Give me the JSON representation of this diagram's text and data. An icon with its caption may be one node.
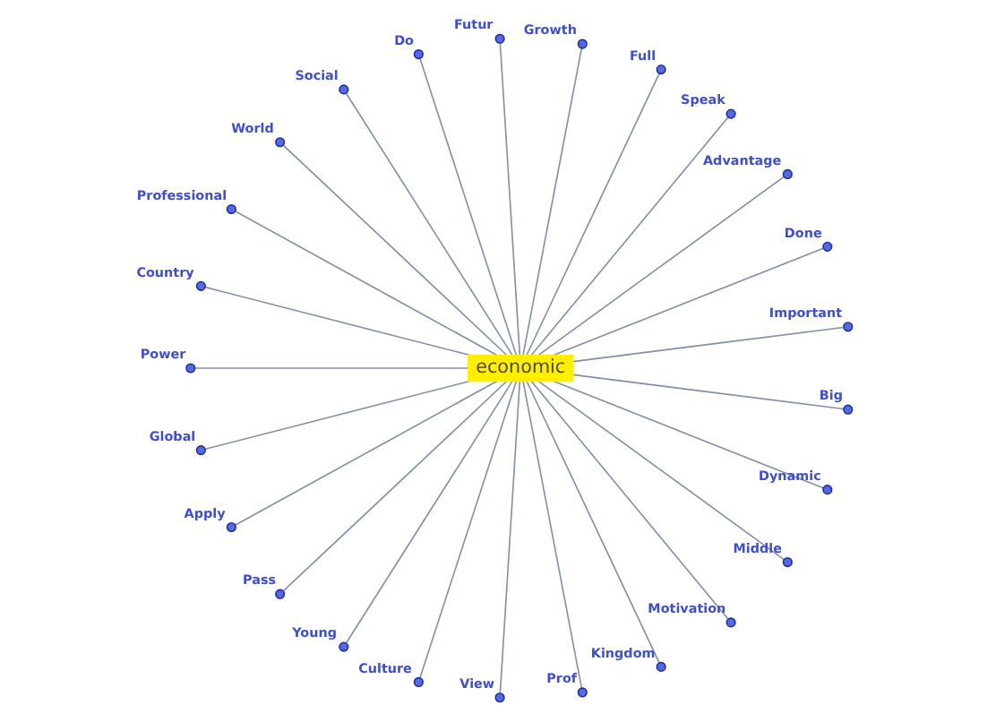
{
  "diagram": {
    "nodes": [
      {
        "text": [
          "economic"
        ]
      },
      {
        "text": [],
        "shape": "circle",
        "beside": [
          "Important"
        ]
      },
      {
        "text": [],
        "shape": "circle",
        "beside": [
          "Done"
        ]
      },
      {
        "text": [],
        "shape": "circle",
        "beside": [
          "Advantage"
        ]
      },
      {
        "text": [],
        "shape": "circle",
        "beside": [
          "Speak"
        ]
      },
      {
        "text": [],
        "shape": "circle",
        "beside": [
          "Full"
        ]
      },
      {
        "text": [],
        "shape": "circle",
        "beside": [
          "Growth"
        ]
      },
      {
        "text": [],
        "shape": "circle",
        "beside": [
          "Futur"
        ]
      },
      {
        "text": [],
        "shape": "circle",
        "beside": [
          "Do"
        ]
      },
      {
        "text": [],
        "shape": "circle",
        "beside": [
          "Social"
        ]
      },
      {
        "text": [],
        "shape": "circle",
        "beside": [
          "World"
        ]
      },
      {
        "text": [],
        "shape": "circle",
        "beside": [
          "Professional"
        ]
      },
      {
        "text": [],
        "shape": "circle",
        "beside": [
          "Country"
        ]
      },
      {
        "text": [],
        "shape": "circle",
        "beside": [
          "Power"
        ]
      },
      {
        "text": [],
        "shape": "circle",
        "beside": [
          "Global"
        ]
      },
      {
        "text": [],
        "shape": "circle",
        "beside": [
          "Apply"
        ]
      },
      {
        "text": [],
        "shape": "circle",
        "beside": [
          "Pass"
        ]
      },
      {
        "text": [],
        "shape": "circle",
        "beside": [
          "Young"
        ]
      },
      {
        "text": [],
        "shape": "circle",
        "beside": [
          "Culture"
        ]
      },
      {
        "text": [],
        "shape": "circle",
        "beside": [
          "View"
        ]
      },
      {
        "text": [],
        "shape": "circle",
        "beside": [
          "Prof"
        ]
      },
      {
        "text": [],
        "shape": "circle",
        "beside": [
          "Kingdom"
        ]
      },
      {
        "text": [],
        "shape": "circle",
        "beside": [
          "Motivation"
        ]
      },
      {
        "text": [],
        "shape": "circle",
        "beside": [
          "Middle"
        ]
      },
      {
        "text": [],
        "shape": "circle",
        "beside": [
          "Dynamic"
        ]
      },
      {
        "text": [],
        "shape": "circle",
        "beside": [
          "Big"
        ]
      }
    ],
    "edges": [
      {
        "from": 0,
        "to": 1,
        "arrow": "none"
      },
      {
        "from": 0,
        "to": 2,
        "arrow": "none"
      },
      {
        "from": 0,
        "to": 3,
        "arrow": "none"
      },
      {
        "from": 0,
        "to": 4,
        "arrow": "none"
      },
      {
        "from": 0,
        "to": 5,
        "arrow": "none"
      },
      {
        "from": 0,
        "to": 6,
        "arrow": "none"
      },
      {
        "from": 0,
        "to": 7,
        "arrow": "none"
      },
      {
        "from": 0,
        "to": 8,
        "arrow": "none"
      },
      {
        "from": 0,
        "to": 9,
        "arrow": "none"
      },
      {
        "from": 0,
        "to": 10,
        "arrow": "none"
      },
      {
        "from": 0,
        "to": 11,
        "arrow": "none"
      },
      {
        "from": 0,
        "to": 12,
        "arrow": "none"
      },
      {
        "from": 0,
        "to": 13,
        "arrow": "none"
      },
      {
        "from": 0,
        "to": 14,
        "arrow": "none"
      },
      {
        "from": 0,
        "to": 15,
        "arrow": "none"
      },
      {
        "from": 0,
        "to": 16,
        "arrow": "none"
      },
      {
        "from": 0,
        "to": 17,
        "arrow": "none"
      },
      {
        "from": 0,
        "to": 18,
        "arrow": "none"
      },
      {
        "from": 0,
        "to": 19,
        "arrow": "none"
      },
      {
        "from": 0,
        "to": 20,
        "arrow": "none"
      },
      {
        "from": 0,
        "to": 21,
        "arrow": "none"
      },
      {
        "from": 0,
        "to": 22,
        "arrow": "none"
      },
      {
        "from": 0,
        "to": 23,
        "arrow": "none"
      },
      {
        "from": 0,
        "to": 24,
        "arrow": "none"
      },
      {
        "from": 0,
        "to": 25,
        "arrow": "none"
      }
    ]
  }
}
